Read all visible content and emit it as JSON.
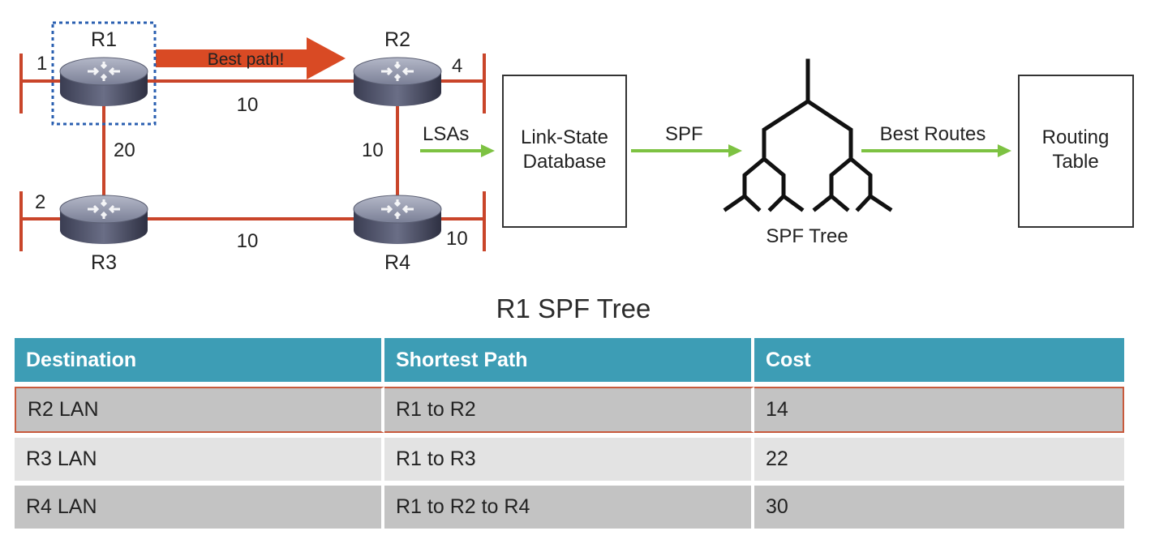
{
  "diagram": {
    "routers": {
      "r1": "R1",
      "r2": "R2",
      "r3": "R3",
      "r4": "R4"
    },
    "lan_costs": {
      "r1": "1",
      "r2": "4",
      "r3": "2",
      "r4": "10"
    },
    "link_costs": {
      "r1_r2": "10",
      "r1_r3": "20",
      "r2_r4": "10",
      "r3_r4": "10"
    },
    "best_path_label": "Best path!",
    "flow": {
      "lsas": "LSAs",
      "lsdb_line1": "Link-State",
      "lsdb_line2": "Database",
      "spf": "SPF",
      "spf_tree": "SPF Tree",
      "best_routes": "Best Routes",
      "rt_line1": "Routing",
      "rt_line2": "Table"
    },
    "colors": {
      "link": "#c9452a",
      "arrow": "#d94a24",
      "flow_arrow": "#7dc242",
      "selection": "#2a5fb0"
    }
  },
  "table": {
    "title": "R1 SPF Tree",
    "headers": [
      "Destination",
      "Shortest Path",
      "Cost"
    ],
    "rows": [
      [
        "R2 LAN",
        "R1 to R2",
        "14"
      ],
      [
        "R3 LAN",
        "R1 to R3",
        "22"
      ],
      [
        "R4 LAN",
        "R1 to R2 to R4",
        "30"
      ]
    ],
    "header_color": "#3d9db5"
  }
}
